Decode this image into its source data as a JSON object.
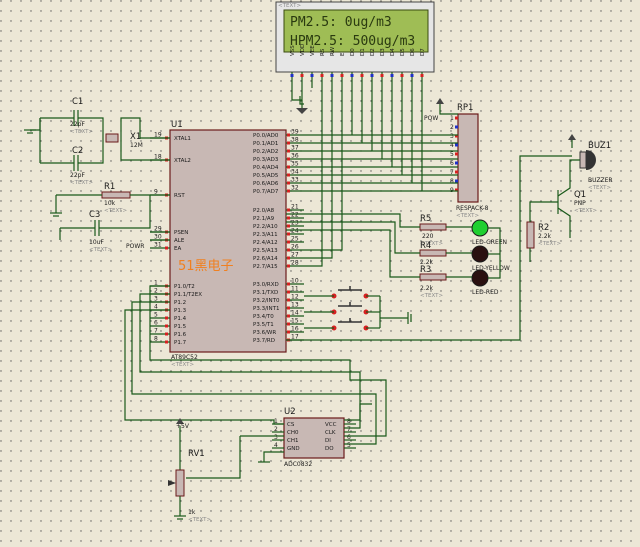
{
  "lcd": {
    "line1": "PM2.5:   0ug/m3",
    "line2": "HPM2.5: 500ug/m3",
    "pins": [
      "VSS",
      "VDD",
      "VEE",
      "RS",
      "RW",
      "E",
      "D0",
      "D1",
      "D2",
      "D3",
      "D4",
      "D5",
      "D6",
      "D7"
    ]
  },
  "watermark": "51黑电子",
  "text_placeholder": "<TEXT>",
  "u1": {
    "ref": "U1",
    "part": "AT89C52",
    "left_pins": [
      {
        "num": "19",
        "name": "XTAL1"
      },
      {
        "num": "18",
        "name": "XTAL2"
      },
      {
        "num": "9",
        "name": "RST"
      },
      {
        "num": "29",
        "name": "PSEN"
      },
      {
        "num": "30",
        "name": "ALE"
      },
      {
        "num": "31",
        "name": "EA"
      },
      {
        "num": "1",
        "name": "P1.0/T2"
      },
      {
        "num": "2",
        "name": "P1.1/T2EX"
      },
      {
        "num": "3",
        "name": "P1.2"
      },
      {
        "num": "4",
        "name": "P1.3"
      },
      {
        "num": "5",
        "name": "P1.4"
      },
      {
        "num": "6",
        "name": "P1.5"
      },
      {
        "num": "7",
        "name": "P1.6"
      },
      {
        "num": "8",
        "name": "P1.7"
      }
    ],
    "right_pins": [
      {
        "num": "39",
        "name": "P0.0/AD0"
      },
      {
        "num": "38",
        "name": "P0.1/AD1"
      },
      {
        "num": "37",
        "name": "P0.2/AD2"
      },
      {
        "num": "36",
        "name": "P0.3/AD3"
      },
      {
        "num": "35",
        "name": "P0.4/AD4"
      },
      {
        "num": "34",
        "name": "P0.5/AD5"
      },
      {
        "num": "33",
        "name": "P0.6/AD6"
      },
      {
        "num": "32",
        "name": "P0.7/AD7"
      },
      {
        "num": "21",
        "name": "P2.0/A8"
      },
      {
        "num": "22",
        "name": "P2.1/A9"
      },
      {
        "num": "23",
        "name": "P2.2/A10"
      },
      {
        "num": "24",
        "name": "P2.3/A11"
      },
      {
        "num": "25",
        "name": "P2.4/A12"
      },
      {
        "num": "26",
        "name": "P2.5/A13"
      },
      {
        "num": "27",
        "name": "P2.6/A14"
      },
      {
        "num": "28",
        "name": "P2.7/A15"
      },
      {
        "num": "10",
        "name": "P3.0/RXD"
      },
      {
        "num": "11",
        "name": "P3.1/TXD"
      },
      {
        "num": "12",
        "name": "P3.2/INT0"
      },
      {
        "num": "13",
        "name": "P3.3/INT1"
      },
      {
        "num": "14",
        "name": "P3.4/T0"
      },
      {
        "num": "15",
        "name": "P3.5/T1"
      },
      {
        "num": "16",
        "name": "P3.6/WR"
      },
      {
        "num": "17",
        "name": "P3.7/RD"
      }
    ]
  },
  "u2": {
    "ref": "U2",
    "part": "ADC0832",
    "left_pins": [
      {
        "num": "1",
        "name": "CS"
      },
      {
        "num": "2",
        "name": "CH0"
      },
      {
        "num": "3",
        "name": "CH1"
      },
      {
        "num": "4",
        "name": "GND"
      }
    ],
    "right_pins": [
      {
        "num": "8",
        "name": "VCC"
      },
      {
        "num": "7",
        "name": "CLK"
      },
      {
        "num": "6",
        "name": "DI"
      },
      {
        "num": "5",
        "name": "DO"
      }
    ]
  },
  "components": {
    "c1": {
      "ref": "C1",
      "value": "22pF"
    },
    "c2": {
      "ref": "C2",
      "value": "22pF"
    },
    "c3": {
      "ref": "C3",
      "value": "10uF"
    },
    "x1": {
      "ref": "X1",
      "value": "12M"
    },
    "r1": {
      "ref": "R1",
      "value": "10k"
    },
    "r2": {
      "ref": "R2",
      "value": "2.2k"
    },
    "r3": {
      "ref": "R3",
      "value": "2.2k"
    },
    "r4": {
      "ref": "R4",
      "value": "2.2k"
    },
    "r5": {
      "ref": "R5",
      "value": "220"
    },
    "rp1": {
      "ref": "RP1",
      "value": "RESPACK-8"
    },
    "rv1": {
      "ref": "RV1",
      "value": "1k"
    },
    "q1": {
      "ref": "Q1",
      "value": "PNP"
    },
    "buz1": {
      "ref": "BUZ1",
      "value": "BUZZER"
    },
    "led_green": {
      "value": "LED-GREEN"
    },
    "led_yellow": {
      "value": "LED-YELLOW"
    },
    "led_red": {
      "value": "LED-RED"
    },
    "vcc": "+5V",
    "pow": "POW",
    "powr": "POWR"
  },
  "colors": {
    "wire": "#1a5a1a",
    "chip_fill": "#c8b8b4",
    "lcd_screen": "#9fbd55",
    "pin_dot_red": "#d62020",
    "pin_dot_blue": "#2030c8"
  }
}
